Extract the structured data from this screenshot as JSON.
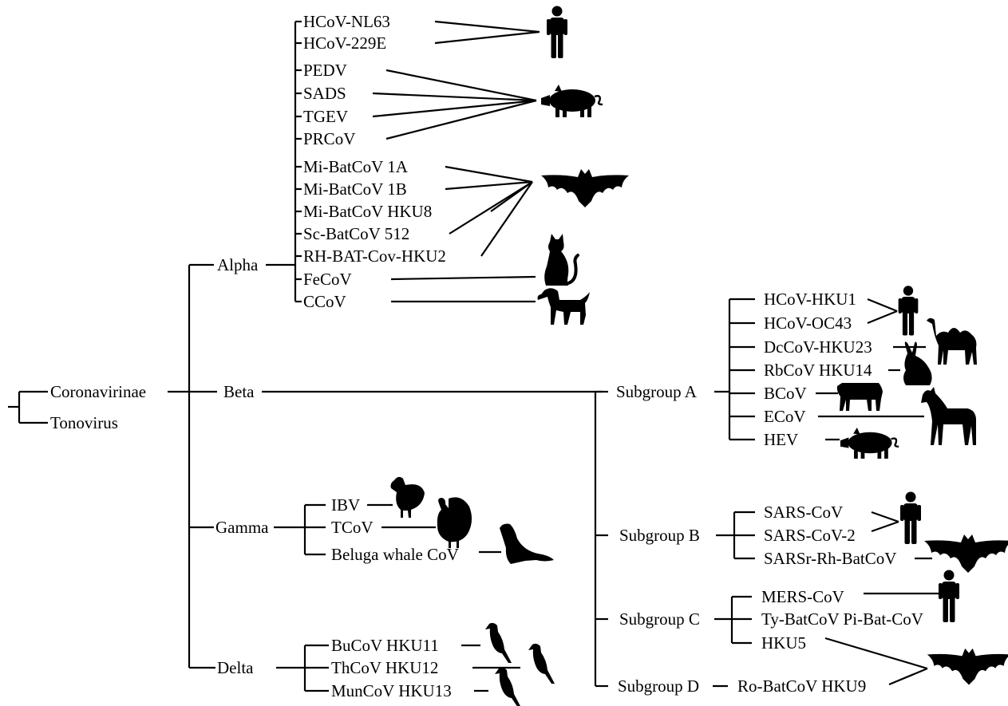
{
  "root": {
    "coronavirinae": "Coronavirinae",
    "tonovirus": "Tonovirus"
  },
  "genera": {
    "alpha": "Alpha",
    "beta": "Beta",
    "gamma": "Gamma",
    "delta": "Delta"
  },
  "alpha_members": [
    "HCoV-NL63",
    "HCoV-229E",
    "PEDV",
    "SADS",
    "TGEV",
    "PRCoV",
    "Mi-BatCoV 1A",
    "Mi-BatCoV 1B",
    "Mi-BatCoV HKU8",
    "Sc-BatCoV 512",
    "RH-BAT-Cov-HKU2",
    "FeCoV",
    "CCoV"
  ],
  "gamma_members": [
    "IBV",
    "TCoV",
    "Beluga whale CoV"
  ],
  "delta_members": [
    "BuCoV HKU11",
    "ThCoV HKU12",
    "MunCoV HKU13"
  ],
  "subgroups": {
    "a": "Subgroup A",
    "b": "Subgroup B",
    "c": "Subgroup C",
    "d": "Subgroup D"
  },
  "subgroup_a_members": [
    "HCoV-HKU1",
    "HCoV-OC43",
    "DcCoV-HKU23",
    "RbCoV HKU14",
    "BCoV",
    "ECoV",
    "HEV"
  ],
  "subgroup_b_members": [
    "SARS-CoV",
    "SARS-CoV-2",
    "SARSr-Rh-BatCoV"
  ],
  "subgroup_c_members": [
    "MERS-CoV",
    "Ty-BatCoV Pi-Bat-CoV",
    "HKU5"
  ],
  "subgroup_d_members": [
    "Ro-BatCoV HKU9"
  ],
  "host_icons": [
    "human-icon",
    "pig-icon",
    "bat-icon",
    "cat-icon",
    "dog-icon",
    "chicken-icon",
    "turkey-icon",
    "seal-icon",
    "bird-icon",
    "camel-icon",
    "rabbit-icon",
    "cow-icon",
    "horse-icon"
  ]
}
